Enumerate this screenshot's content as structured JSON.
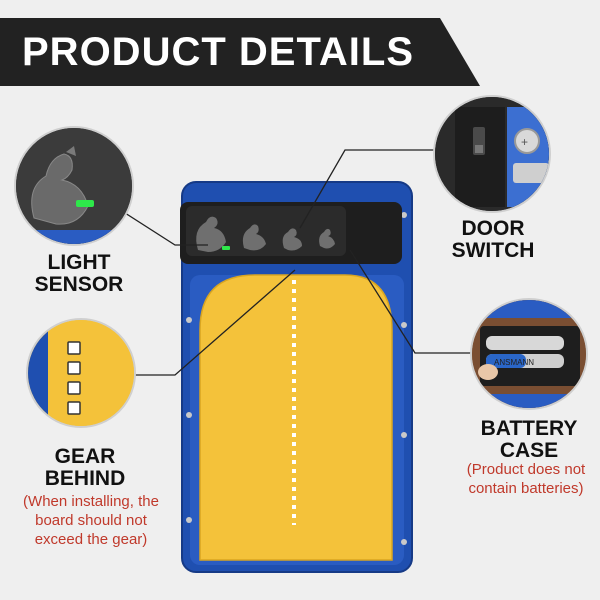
{
  "banner": {
    "title": "PRODUCT DETAILS"
  },
  "labels": {
    "light_sensor_line1": "LIGHT",
    "light_sensor_line2": "SENSOR",
    "door_switch_line1": "DOOR",
    "door_switch_line2": "SWITCH",
    "gear_line1": "GEAR",
    "gear_line2": "BEHIND",
    "battery_line1": "BATTERY",
    "battery_line2": "CASE"
  },
  "notes": {
    "gear_line1": "(When installing, the",
    "gear_line2": "board should not",
    "gear_line3": "exceed the gear)",
    "battery_line1": "(Product does not",
    "battery_line2": "contain batteries)"
  },
  "battery_print": "ANSMANN",
  "colors": {
    "frame_blue": "#1f4fb0",
    "panel_yellow": "#f4c23a",
    "dark": "#222222",
    "note_red": "#c0392b",
    "led_green": "#2ee84a"
  }
}
